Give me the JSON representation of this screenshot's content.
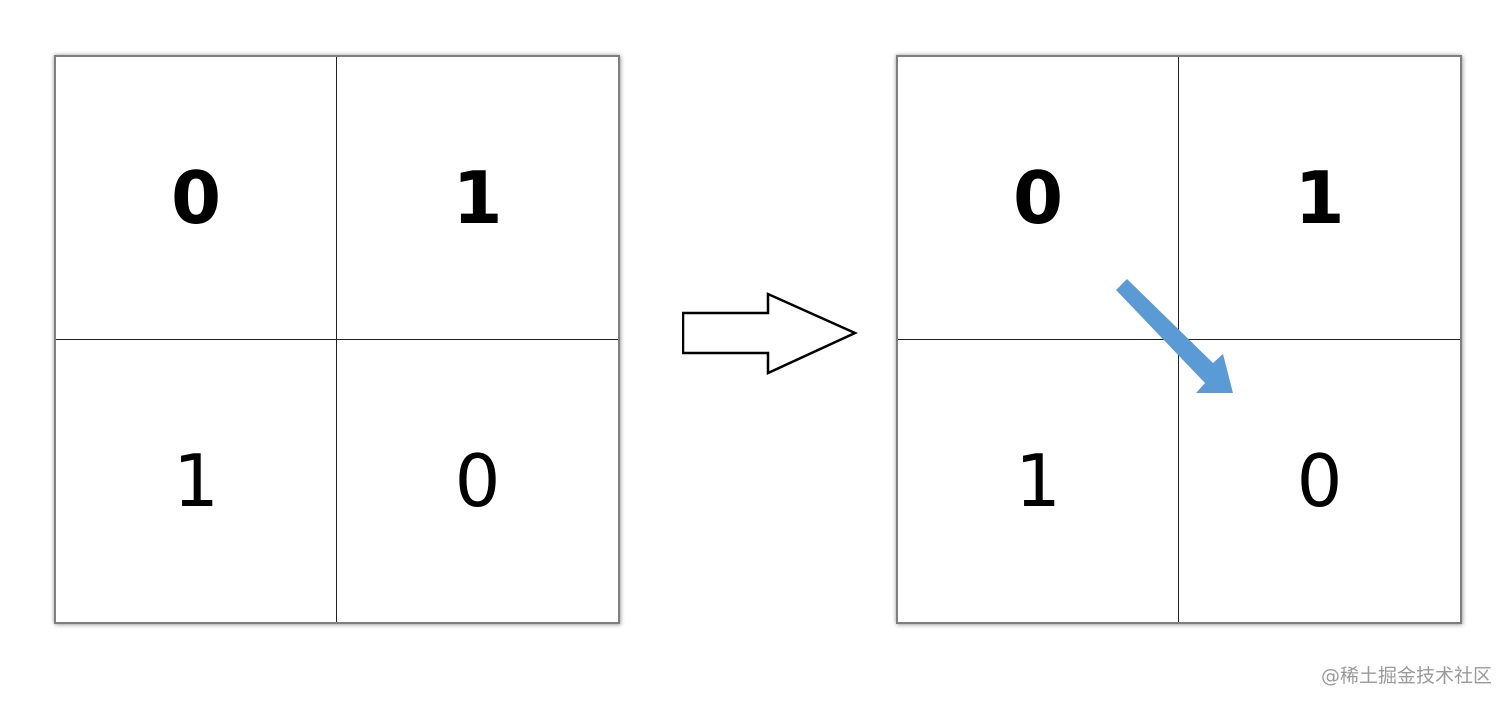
{
  "left_grid": {
    "cells": [
      "0",
      "1",
      "1",
      "0"
    ]
  },
  "right_grid": {
    "cells": [
      "0",
      "1",
      "1",
      "0"
    ]
  },
  "colors": {
    "swap_arrow": "#5b9bd5",
    "border": "#7f7f7f"
  },
  "icons": {
    "transform": "right-arrow-outline-icon",
    "swap": "diagonal-arrow-icon"
  },
  "watermark": "@稀土掘金技术社区"
}
